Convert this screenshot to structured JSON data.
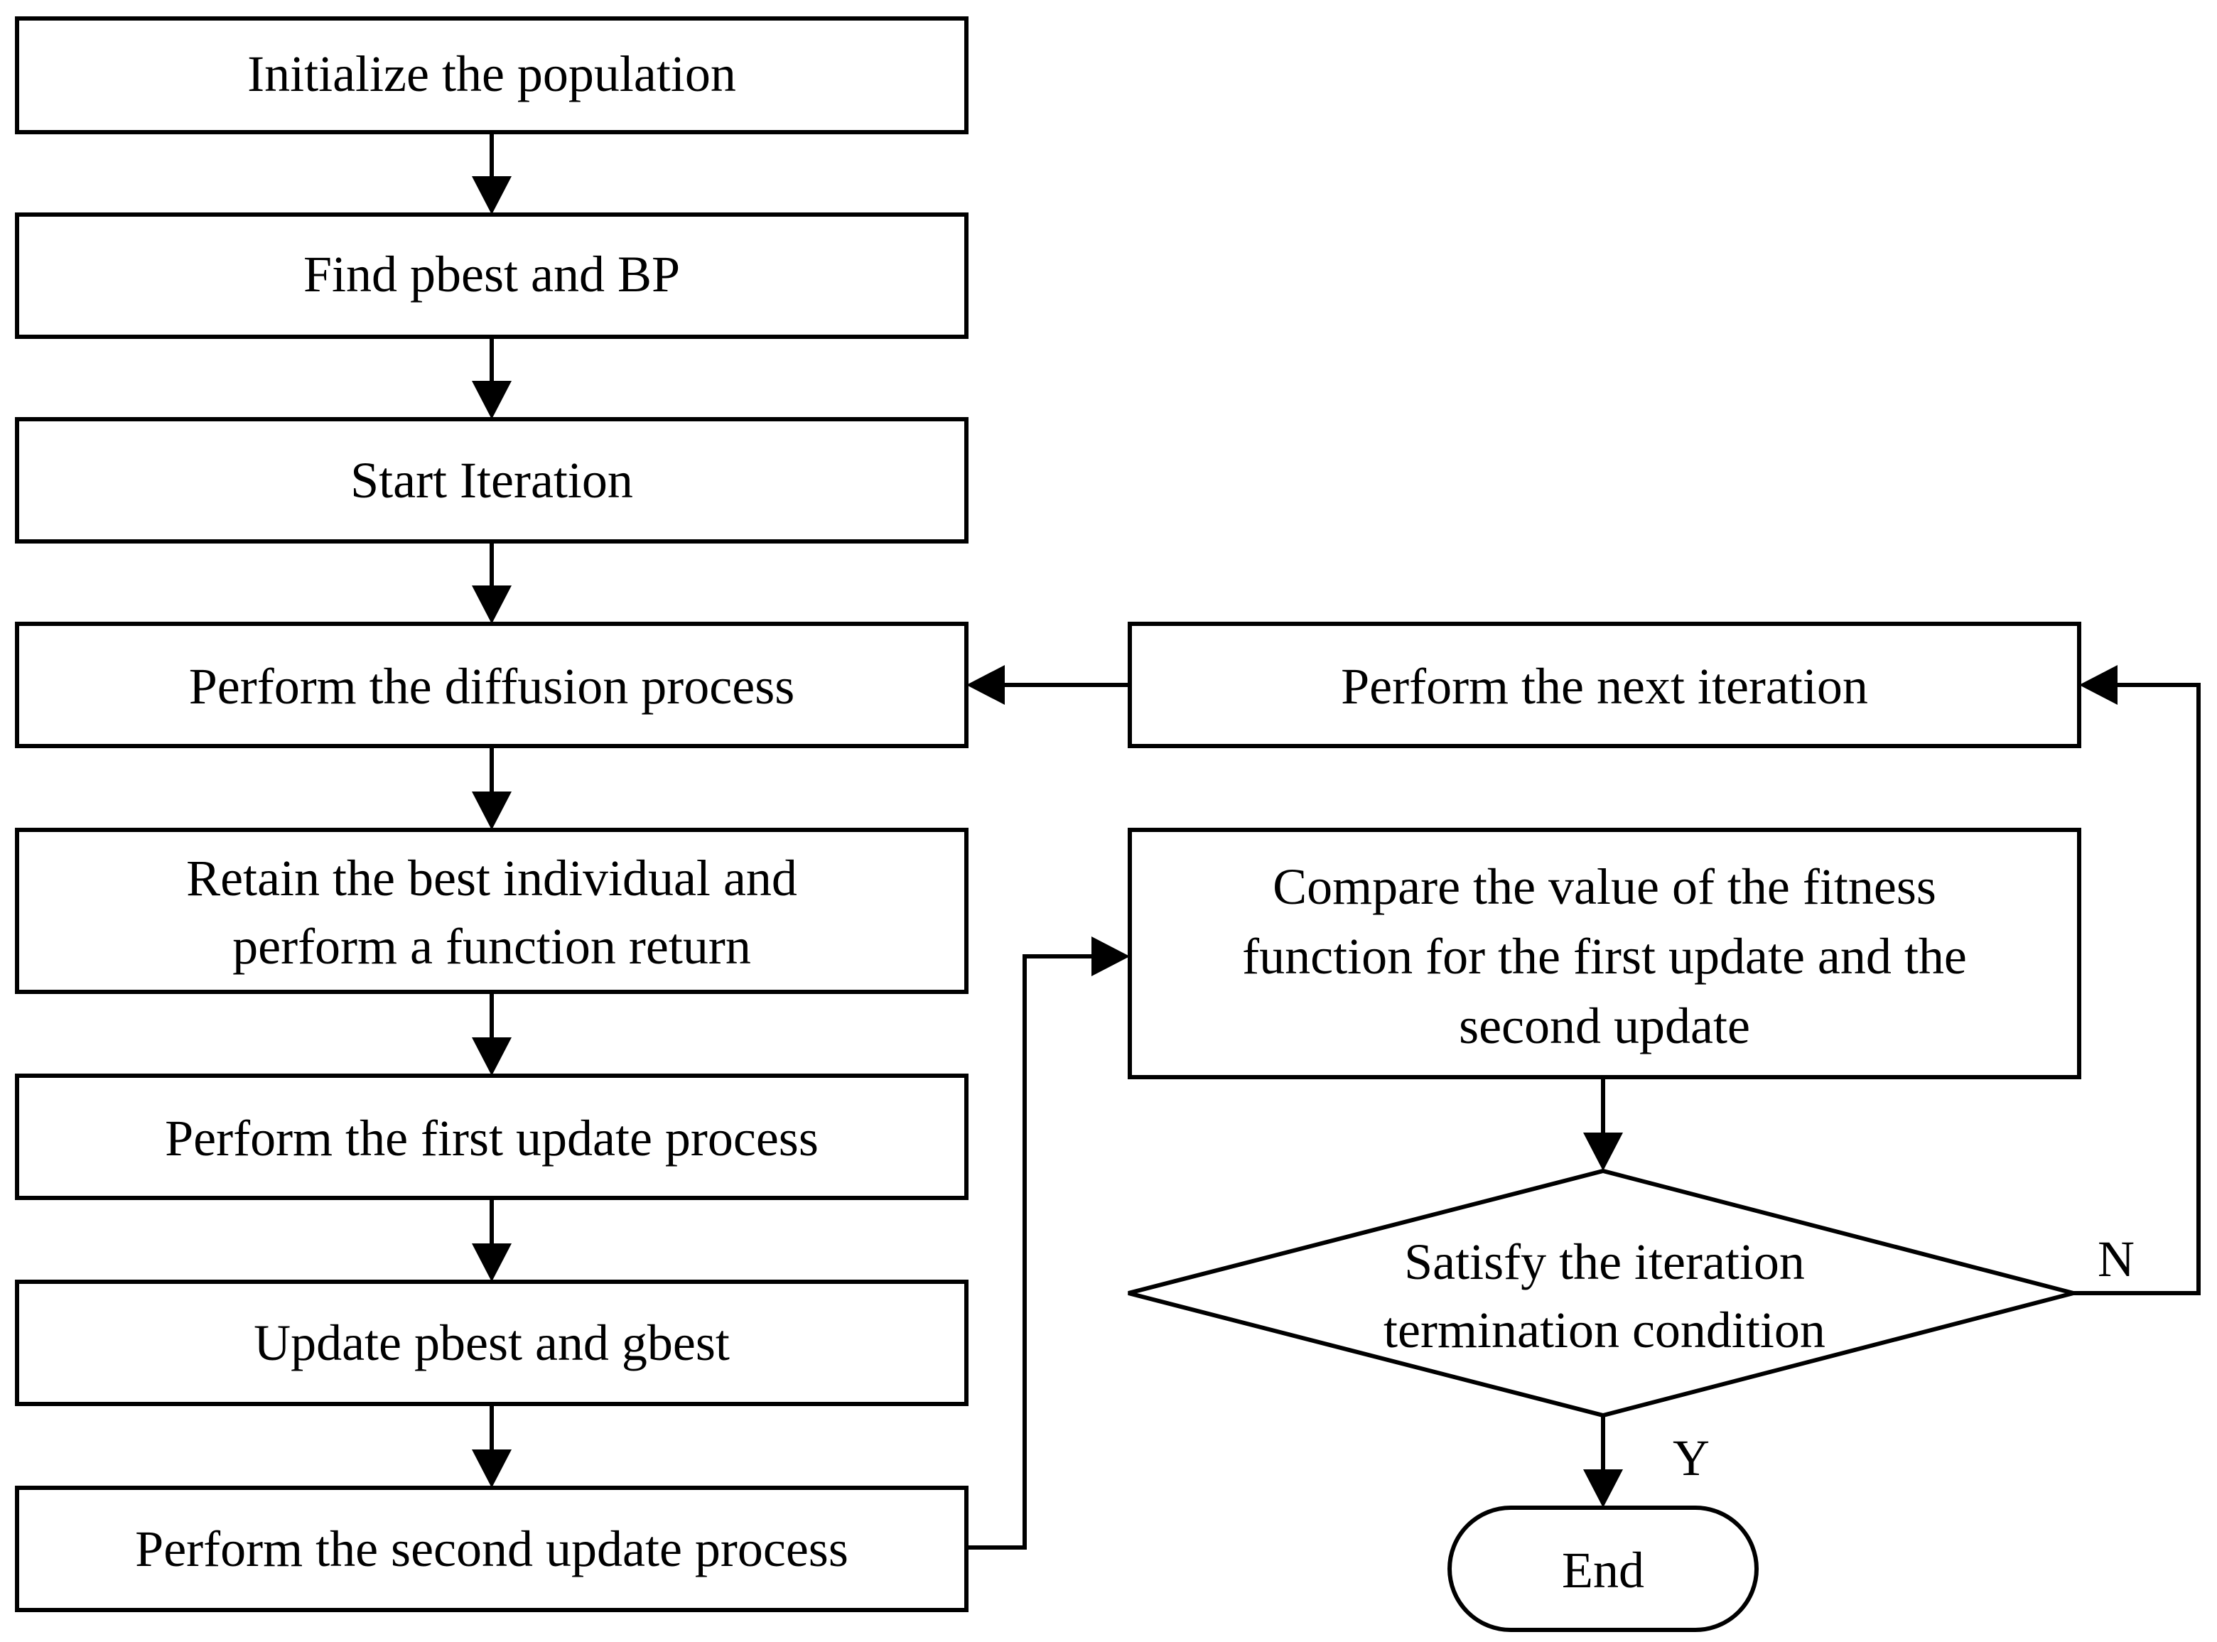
{
  "steps": {
    "initialize": "Initialize the population",
    "find": "Find pbest and BP",
    "start": "Start Iteration",
    "diffusion": "Perform the diffusion process",
    "retain": [
      "Retain the best individual and",
      "perform a function return"
    ],
    "first_update": "Perform the first update process",
    "update_best": "Update pbest and gbest",
    "second_update": "Perform the second update process",
    "next_iteration": "Perform the next iteration",
    "compare": [
      "Compare the value of the fitness",
      "function for the first update and the",
      "second update"
    ],
    "decision": [
      "Satisfy the iteration",
      "termination condition"
    ],
    "end": "End"
  },
  "branches": {
    "no": "N",
    "yes": "Y"
  }
}
